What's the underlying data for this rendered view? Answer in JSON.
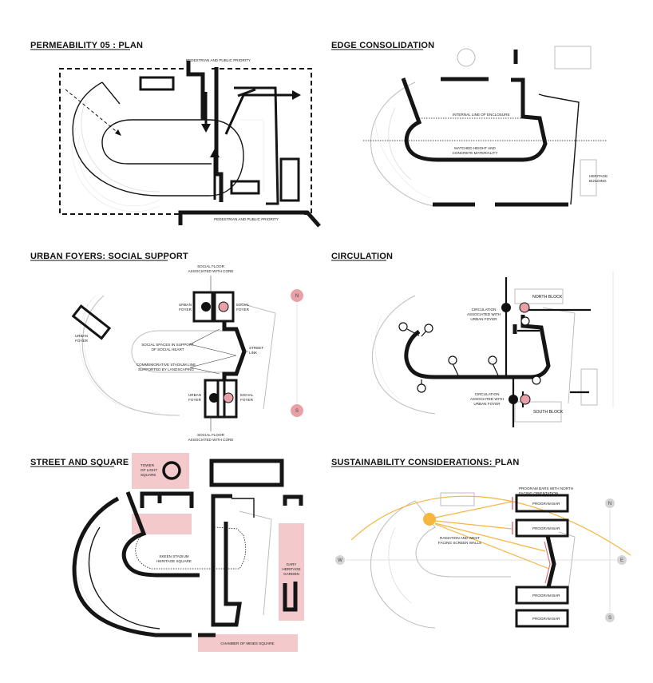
{
  "panels": {
    "permeability": {
      "title": "PERMEABILITY 05 : PLAN",
      "labels": {
        "top": "PEDESTRIAN AND PUBLIC PRIORITY",
        "bottom": "PEDESTRIAN AND PUBLIC PRIORITY"
      }
    },
    "edge": {
      "title": "EDGE CONSOLIDATION",
      "labels": {
        "enclosure": "INTERNAL LINE OF ENCLOSURE",
        "matched_1": "MATCHED HEIGHT AND",
        "matched_2": "CONCRETE MATERIALITY",
        "heritage_1": "HERITAGE",
        "heritage_2": "BUILDING"
      }
    },
    "foyers": {
      "title": "URBAN FOYERS: SOCIAL SUPPORT",
      "labels": {
        "social_floor_top_1": "SOCIAL FLOOR",
        "social_floor_top_2": "ASSOCIATED WITH CORE",
        "urban_foyer_tl_1": "URBAN",
        "urban_foyer_tl_2": "FOYER",
        "social_foyer_tr_1": "SOCIAL",
        "social_foyer_tr_2": "FOYER",
        "urban_foyer_left_1": "URBAN",
        "urban_foyer_left_2": "FOYER",
        "social_spaces_1": "SOCIAL SPACES IN SUPPORT",
        "social_spaces_2": "OF SOCIAL HEART",
        "street_link_1": "STREET",
        "street_link_2": "LINK",
        "commemorative_1": "COMMEMORATIVE STADIUM LINE",
        "commemorative_2": "SUPPORTED BY LANDSCAPING",
        "urban_foyer_bl_1": "URBAN",
        "urban_foyer_bl_2": "FOYER",
        "social_foyer_br_1": "SOCIAL",
        "social_foyer_br_2": "FOYER",
        "social_floor_bottom_1": "SOCIAL FLOOR",
        "social_floor_bottom_2": "ASSOCIATED WITH CORE",
        "compass_n": "N",
        "compass_s": "S"
      }
    },
    "circulation": {
      "title": "CIRCULATION",
      "labels": {
        "north_block": "NORTH BLOCK",
        "south_block": "SOUTH BLOCK",
        "circ_top_1": "CIRCULATION",
        "circ_top_2": "ASSOCIATED WITH",
        "circ_top_3": "URBAN FOYER",
        "circ_bottom_1": "CIRCULATION",
        "circ_bottom_2": "ASSOCIATED WITH",
        "circ_bottom_3": "URBAN FOYER"
      }
    },
    "street": {
      "title": "STREET AND SQUARE",
      "labels": {
        "tower_1": "TOWER",
        "tower_2": "OF LIGHT",
        "tower_3": "SQUARE",
        "skeen_1": "SKEEN STADIUM",
        "skeen_2": "HERITAGE SQUARE",
        "gary_1": "GARY",
        "gary_2": "HERITAGE",
        "gary_3": "GARDEN",
        "chamber": "CHAMBER OF MINES SQUARE"
      }
    },
    "sustainability": {
      "title": "SUSTAINABILITY CONSIDERATIONS: PLAN",
      "labels": {
        "program_bars_1": "PROGRAM BARS WITH NORTH",
        "program_bars_2": "FACING ORIENTATION",
        "bar_1": "PROGRAM BAR",
        "bar_2": "PROGRAM BAR",
        "bar_3": "PROGRAM BAR",
        "bar_4": "PROGRAM BAR",
        "radiation_1": "RADIATION AND WEST",
        "radiation_2": "FACING SCREEN WALLS",
        "compass_n": "N",
        "compass_s": "S",
        "compass_w": "W",
        "compass_e": "E"
      }
    }
  }
}
